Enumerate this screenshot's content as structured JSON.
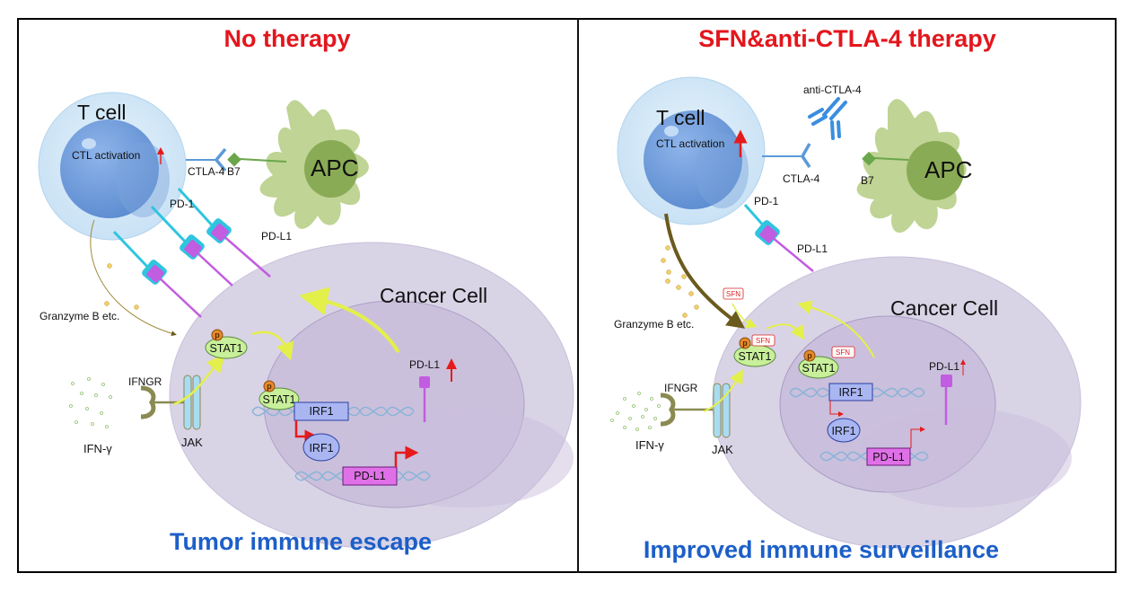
{
  "panels": [
    {
      "title": "No therapy",
      "footer": "Tumor immune escape",
      "t_cell": "T cell",
      "ctl_activation": "CTL activation",
      "apc": "APC",
      "ctla4": "CTLA-4",
      "b7": "B7",
      "pd1": "PD-1",
      "pdl1_membrane": "PD-L1",
      "cancer_cell": "Cancer Cell",
      "granzyme": "Granzyme B etc.",
      "ifngr": "IFNGR",
      "jak": "JAK",
      "ifn_gamma": "IFN-γ",
      "stat1_cyto": "STAT1",
      "stat1_nuc": "STAT1",
      "irf1_gene": "IRF1",
      "irf1_protein": "IRF1",
      "pdl1_gene": "PD-L1",
      "pdl1_internal": "PD-L1",
      "phospho": "p"
    },
    {
      "title": "SFN&anti-CTLA-4 therapy",
      "footer": "Improved immune surveillance",
      "t_cell": "T cell",
      "ctl_activation": "CTL activation",
      "apc": "APC",
      "anti_ctla4": "anti-CTLA-4",
      "ctla4": "CTLA-4",
      "b7": "B7",
      "pd1": "PD-1",
      "pdl1_membrane": "PD-L1",
      "cancer_cell": "Cancer Cell",
      "granzyme": "Granzyme B etc.",
      "ifngr": "IFNGR",
      "jak": "JAK",
      "ifn_gamma": "IFN-γ",
      "stat1_cyto": "STAT1",
      "stat1_nuc": "STAT1",
      "irf1_gene": "IRF1",
      "irf1_protein": "IRF1",
      "pdl1_gene": "PD-L1",
      "pdl1_internal": "PD-L1",
      "sfn_labels": [
        "SFN",
        "SFN",
        "SFN"
      ],
      "phospho": "p"
    }
  ],
  "colors": {
    "title_red": "#e3161d",
    "footer_blue": "#1c5fc8",
    "tcell_outer": "#d6eaf8",
    "tcell_nucleus": "#6e9fdc",
    "apc_green": "#b8cf8c",
    "cancer_outer": "#d9d3e6",
    "cancer_nucleus": "#c4b8d9",
    "pd1_cyan": "#2ec5e0",
    "pdl1_purple": "#c25ce0",
    "stat1_green": "#c8ef9a",
    "irf1_blue": "#a9b6f2",
    "pdl1_gene_magenta": "#e070e8",
    "arrow_yellow": "#e4f04a",
    "arrow_red": "#e51b1b",
    "granzyme_brown": "#6b5a1e"
  }
}
